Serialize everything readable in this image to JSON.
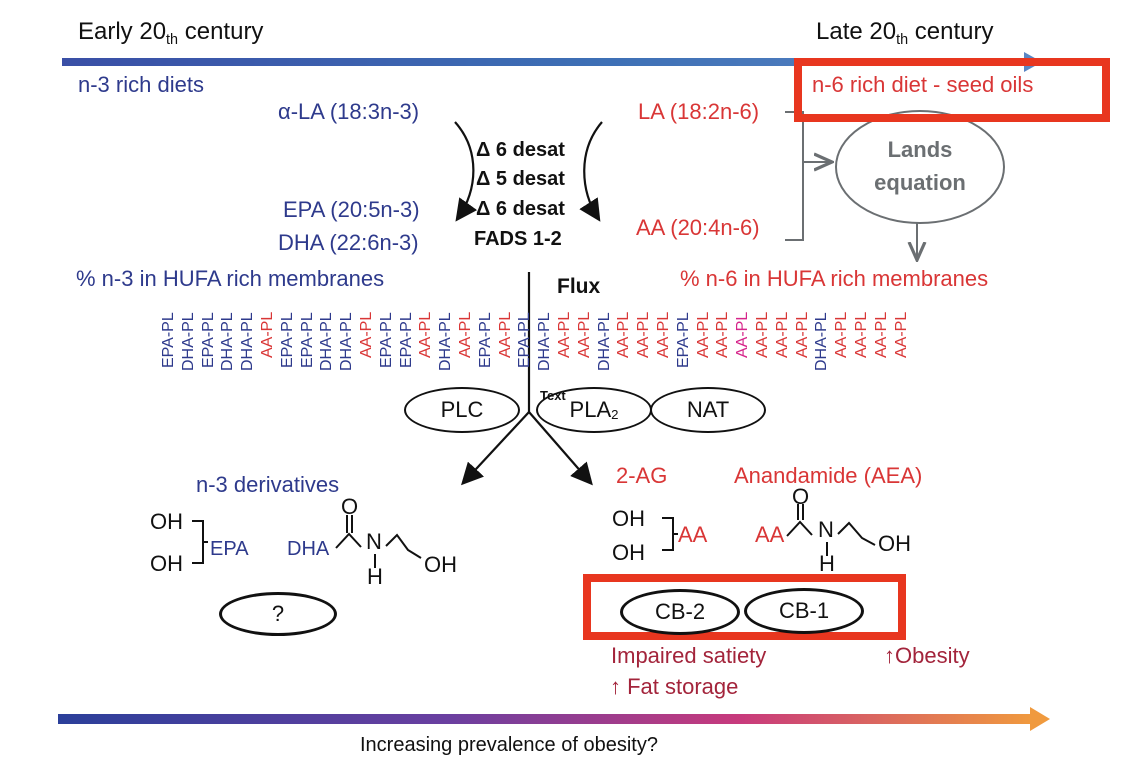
{
  "timeline": {
    "early_label_main": "Early 20",
    "early_label_sup": "th",
    "early_label_tail": " century",
    "late_label_main": "Late 20",
    "late_label_sup": "th",
    "late_label_tail": " century"
  },
  "n3": {
    "diet": "n-3 rich diets",
    "ala": "α-LA (18:3n-3)",
    "epa": "EPA (20:5n-3)",
    "dha": "DHA (22:6n-3)",
    "membranes": "% n-3 in HUFA rich membranes",
    "derivatives": "n-3 derivatives",
    "receptor": "?"
  },
  "n6": {
    "diet": "n-6 rich diet - seed oils",
    "la": "LA (18:2n-6)",
    "aa": "AA (20:4n-6)",
    "membranes": "% n-6 in HUFA rich membranes",
    "ag2": "2-AG",
    "aea": "Anandamide (AEA)"
  },
  "enzymes": {
    "step1": "Δ 6 desat",
    "step2": "Δ 5 desat",
    "step3": "Δ 6 desat",
    "fads": "FADS 1-2"
  },
  "lands": {
    "line1": "Lands",
    "line2": "equation"
  },
  "flux": "Flux",
  "membrane_lipids": [
    {
      "label": "EPA-PL",
      "color": "blue"
    },
    {
      "label": "DHA-PL",
      "color": "blue"
    },
    {
      "label": "EPA-PL",
      "color": "blue"
    },
    {
      "label": "DHA-PL",
      "color": "blue"
    },
    {
      "label": "DHA-PL",
      "color": "blue"
    },
    {
      "label": "AA-PL",
      "color": "red"
    },
    {
      "label": "EPA-PL",
      "color": "blue"
    },
    {
      "label": "EPA-PL",
      "color": "blue"
    },
    {
      "label": "DHA-PL",
      "color": "blue"
    },
    {
      "label": "DHA-PL",
      "color": "blue"
    },
    {
      "label": "AA-PL",
      "color": "red"
    },
    {
      "label": "EPA-PL",
      "color": "blue"
    },
    {
      "label": "EPA-PL",
      "color": "blue"
    },
    {
      "label": "AA-PL",
      "color": "red"
    },
    {
      "label": "DHA-PL",
      "color": "blue"
    },
    {
      "label": "AA-PL",
      "color": "red"
    },
    {
      "label": "EPA-PL",
      "color": "blue"
    },
    {
      "label": "AA-PL",
      "color": "red"
    },
    {
      "label": "EPA-PL",
      "color": "blue"
    },
    {
      "label": "DHA-PL",
      "color": "blue"
    },
    {
      "label": "AA-PL",
      "color": "red"
    },
    {
      "label": "AA-PL",
      "color": "red"
    },
    {
      "label": "DHA-PL",
      "color": "blue"
    },
    {
      "label": "AA-PL",
      "color": "red"
    },
    {
      "label": "AA-PL",
      "color": "red"
    },
    {
      "label": "AA-PL",
      "color": "red"
    },
    {
      "label": "EPA-PL",
      "color": "blue"
    },
    {
      "label": "AA-PL",
      "color": "red"
    },
    {
      "label": "AA-PL",
      "color": "red"
    },
    {
      "label": "AA-PL",
      "color": "magenta"
    },
    {
      "label": "AA-PL",
      "color": "red"
    },
    {
      "label": "AA-PL",
      "color": "red"
    },
    {
      "label": "AA-PL",
      "color": "red"
    },
    {
      "label": "DHA-PL",
      "color": "blue"
    },
    {
      "label": "AA-PL",
      "color": "red"
    },
    {
      "label": "AA-PL",
      "color": "red"
    },
    {
      "label": "AA-PL",
      "color": "red"
    },
    {
      "label": "AA-PL",
      "color": "red"
    }
  ],
  "enzyme_ovals": {
    "plc": "PLC",
    "pla_main": "PLA",
    "pla_sub": "2",
    "nat": "NAT",
    "text_tag": "Text"
  },
  "structures": {
    "oh1": "OH",
    "oh2": "OH",
    "epa": "EPA",
    "dha": "DHA",
    "o": "O",
    "n": "N",
    "h": "H",
    "oh_end": "OH",
    "oh3": "OH",
    "oh4": "OH",
    "aa1": "AA",
    "aa2": "AA",
    "o2": "O",
    "n2": "N",
    "h2": "H",
    "oh_end2": "OH"
  },
  "receptors": {
    "cb2": "CB-2",
    "cb1": "CB-1"
  },
  "effects": {
    "satiety": "Impaired satiety",
    "fat": "↑ Fat storage",
    "obesity": "↑Obesity"
  },
  "bottom_axis": "Increasing prevalence of obesity?",
  "colors": {
    "n3_blue": "#2e3a8c",
    "n6_red": "#d93636",
    "highlight_box": "#e8361f",
    "effects_maroon": "#a3243b",
    "magenta": "#d6248a"
  }
}
